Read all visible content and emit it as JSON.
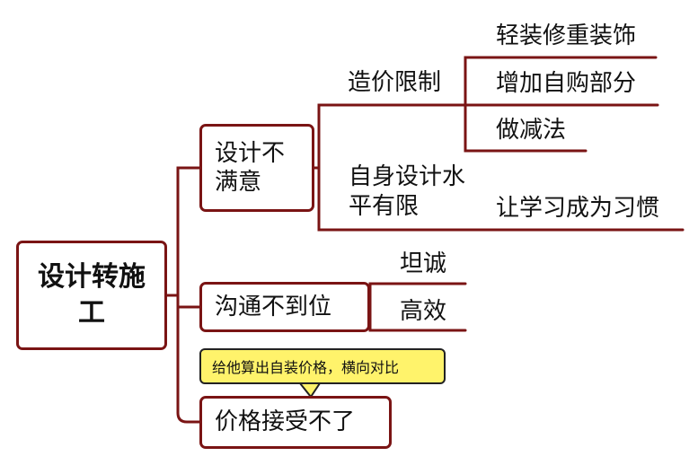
{
  "mindmap": {
    "root": {
      "label": "设计转施工"
    },
    "branches": [
      {
        "label": "设计不满意",
        "children": [
          {
            "label": "造价限制",
            "children": [
              "轻装修重装饰",
              "增加自购部分",
              "做减法"
            ]
          },
          {
            "label": "自身设计水平有限",
            "children": [
              "让学习成为习惯"
            ]
          }
        ]
      },
      {
        "label": "沟通不到位",
        "children": [
          "坦诚",
          "高效"
        ]
      },
      {
        "label": "价格接受不了",
        "callout": "给他算出自装价格，横向对比"
      }
    ]
  },
  "colors": {
    "connector": "#7a1414",
    "box_border": "#7a1414",
    "callout_fill": "#fff36b"
  }
}
